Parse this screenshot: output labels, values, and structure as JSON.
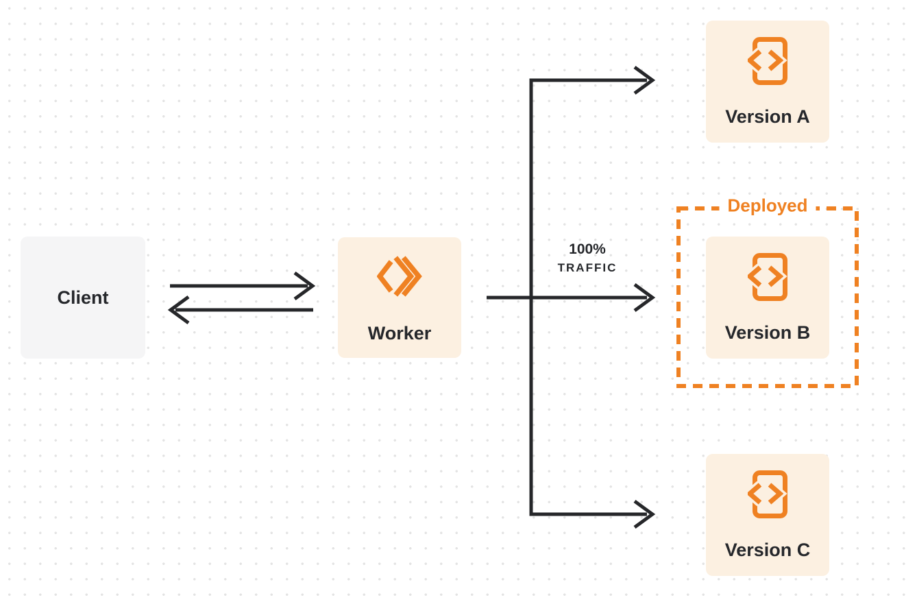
{
  "diagram": {
    "nodes": {
      "client": {
        "label": "Client"
      },
      "worker": {
        "label": "Worker",
        "icon": "cloudflare-workers-logo-icon"
      },
      "version_a": {
        "label": "Version A",
        "icon": "code-file-icon"
      },
      "version_b": {
        "label": "Version B",
        "icon": "code-file-icon"
      },
      "version_c": {
        "label": "Version C",
        "icon": "code-file-icon"
      }
    },
    "deployed_group": {
      "label": "Deployed"
    },
    "traffic_label": {
      "line1": "100%",
      "line2": "TRAFFIC"
    },
    "connections": [
      "client -> worker",
      "worker -> client",
      "worker -> version_a",
      "worker -> version_b (100% TRAFFIC)",
      "worker -> version_c"
    ]
  },
  "colors": {
    "page_bg": "#ffffff",
    "grid_dot": "#e3e3e3",
    "accent_orange": "#EF8122",
    "node_bg_peach": "#FCF0E1",
    "client_node_bg": "#F5F5F6",
    "text_dark": "#25272B",
    "connector_line": "#26272A"
  }
}
